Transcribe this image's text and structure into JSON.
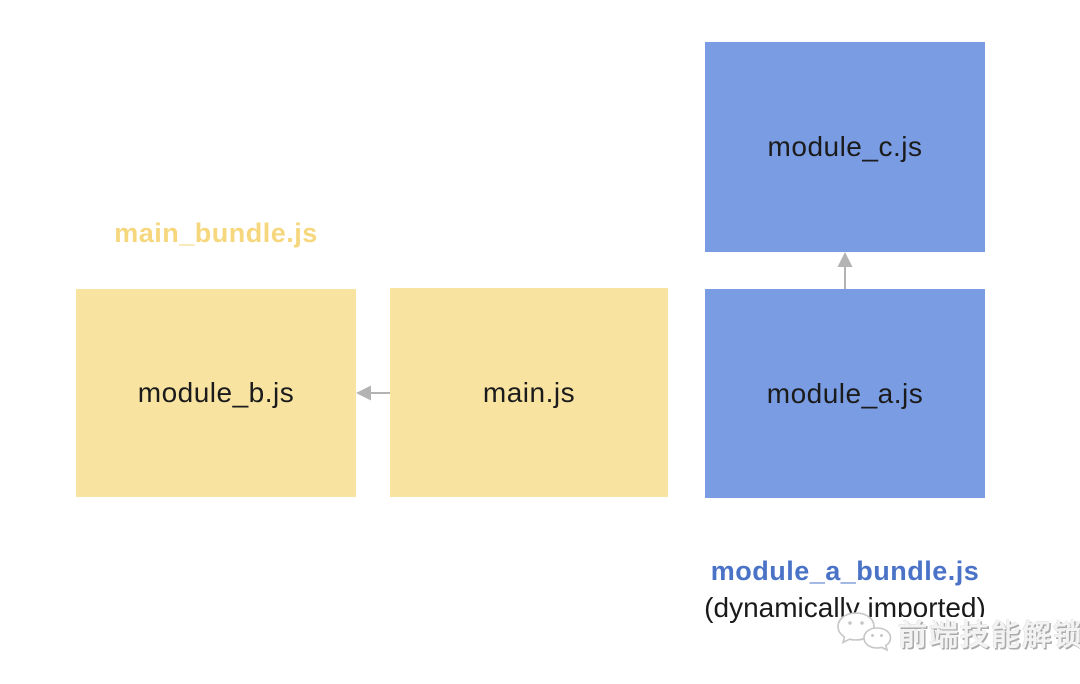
{
  "colors": {
    "yellow_box": "#f8e3a1",
    "yellow_label": "#f6d77e",
    "blue_box": "#7a9ce3",
    "blue_label": "#4a73c8",
    "box_text": "#1b1b1b",
    "arrow": "#b3b3b3"
  },
  "bundles": {
    "main_bundle": {
      "label": "main_bundle.js"
    },
    "module_a_bundle": {
      "label": "module_a_bundle.js",
      "note": "(dynamically imported)"
    }
  },
  "modules": {
    "module_b": "module_b.js",
    "main": "main.js",
    "module_c": "module_c.js",
    "module_a": "module_a.js"
  },
  "edges": [
    {
      "from": "main.js",
      "to": "module_b.js",
      "direction": "left"
    },
    {
      "from": "module_a.js",
      "to": "module_c.js",
      "direction": "up"
    }
  ],
  "watermark": {
    "icon": "wechat-logo",
    "text": "前端技能解锁"
  }
}
